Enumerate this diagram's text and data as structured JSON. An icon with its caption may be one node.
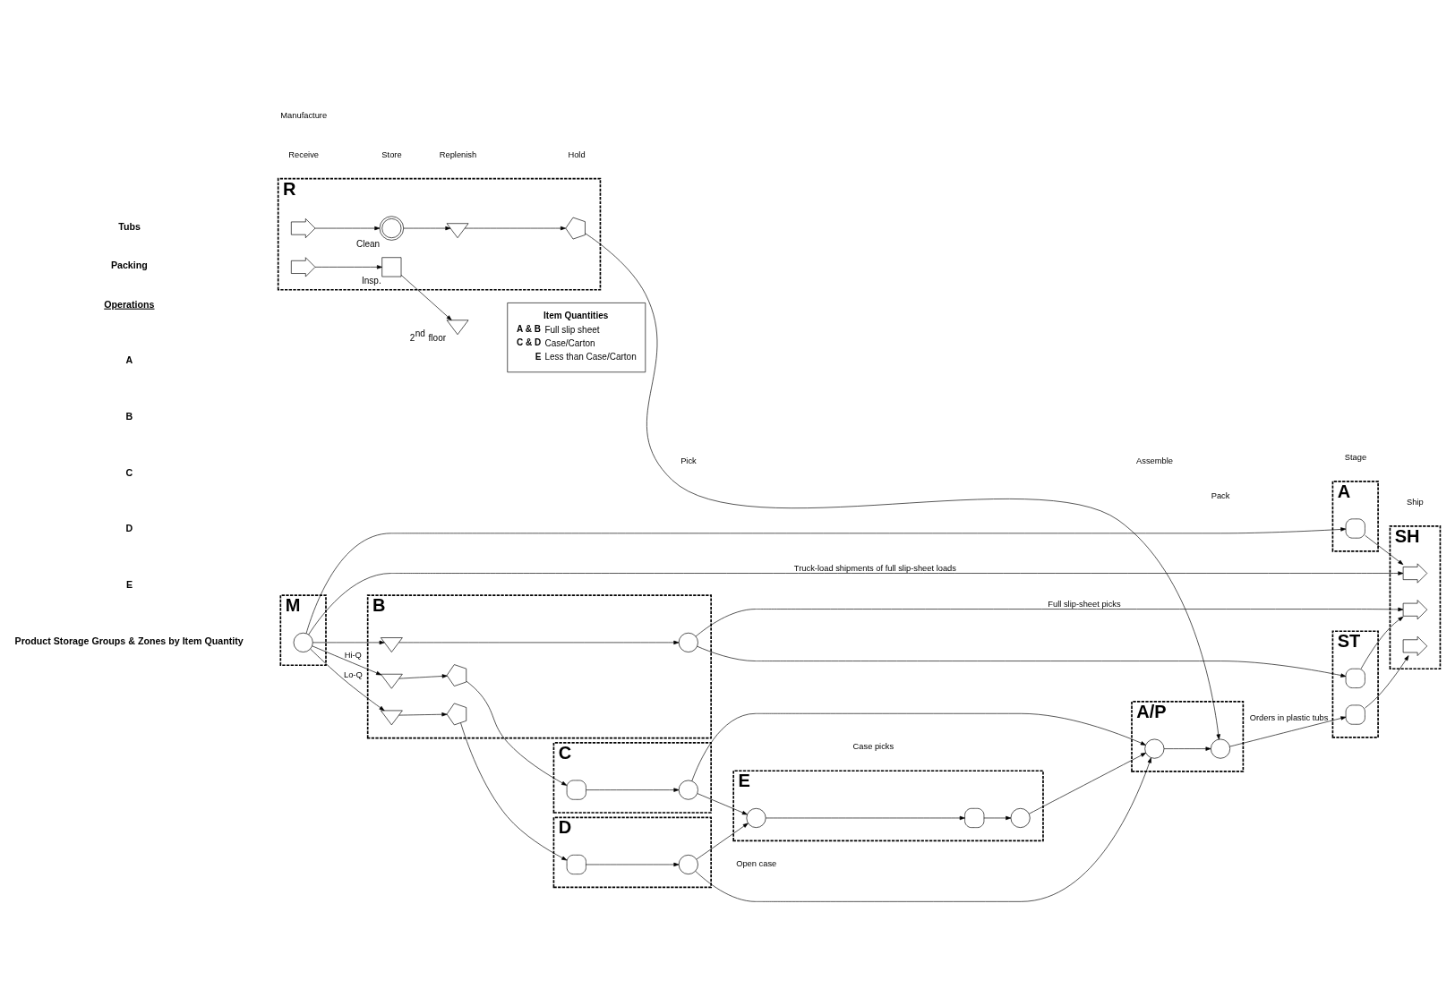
{
  "diagram": {
    "nodes": [
      {
        "text": [
          "M"
        ]
      },
      {
        "text": [],
        "shape": "circle",
        "in": 0
      },
      {
        "text": [
          "A"
        ]
      },
      {
        "text": [],
        "shape": "semicircle",
        "in": 2
      },
      {
        "text": [
          "B"
        ]
      },
      {
        "text": [],
        "shape": "triangle",
        "in": 4
      },
      {
        "text": [],
        "shape": "circle",
        "in": 4
      },
      {
        "text": [],
        "shape": "triangle",
        "in": 4
      },
      {
        "text": [],
        "shape": "pentagon",
        "in": 4
      },
      {
        "text": [],
        "shape": "triangle",
        "in": 4
      },
      {
        "text": [],
        "shape": "pentagon",
        "in": 4
      },
      {
        "text": [
          "C"
        ]
      },
      {
        "text": [],
        "shape": "semicircle",
        "in": 11
      },
      {
        "text": [],
        "shape": "circle",
        "in": 11
      },
      {
        "text": [
          "D"
        ]
      },
      {
        "text": [],
        "shape": "semicircle",
        "in": 14
      },
      {
        "text": [],
        "shape": "circle",
        "in": 14
      },
      {
        "text": [
          "E"
        ]
      },
      {
        "text": [],
        "shape": "circle",
        "in": 17
      },
      {
        "text": [],
        "shape": "semicircle",
        "in": 17
      },
      {
        "text": [],
        "shape": "circle",
        "in": 17
      },
      {
        "text": [
          "A/P"
        ]
      },
      {
        "text": [],
        "shape": "circle",
        "in": 21
      },
      {
        "text": [],
        "shape": "circle",
        "in": 21
      },
      {
        "text": [
          "ST"
        ]
      },
      {
        "text": [],
        "shape": "semicircle",
        "in": 24
      },
      {
        "text": [],
        "shape": "semicircle",
        "in": 24
      },
      {
        "text": [
          "SH"
        ]
      },
      {
        "text": [],
        "shape": "arrow",
        "in": 27
      },
      {
        "text": [],
        "shape": "arrow",
        "in": 27
      },
      {
        "text": [],
        "shape": "arrow",
        "in": 27
      },
      {
        "text": [
          "R"
        ]
      },
      {
        "text": [],
        "shape": "arrow",
        "in": 31
      },
      {
        "text": [],
        "shape": "overlap",
        "in": 31,
        "beside": [
          "Clean"
        ]
      },
      {
        "text": [],
        "shape": "triangle",
        "in": 31
      },
      {
        "text": [],
        "shape": "pentagon",
        "in": 31
      },
      {
        "text": [],
        "shape": "arrow",
        "in": 31
      },
      {
        "text": [],
        "shape": "box",
        "in": 31,
        "beside": [
          "Insp."
        ]
      },
      {
        "text": [],
        "shape": "triangle",
        "beside": [
          "2$^{nd}$ floor"
        ]
      },
      {
        "text": [
          "Item Quantities",
          "A & B",
          "Full slip sheet",
          "C & D",
          "Case/Carton",
          "E",
          "Less than Case/Carton"
        ]
      }
    ],
    "edges": [
      {
        "from": 1,
        "to": 28,
        "arrow": "to",
        "label": "Truck-load shipments of full slip-sheet loads"
      },
      {
        "from": 1,
        "to": 3,
        "arrow": "to"
      },
      {
        "from": 3,
        "to": 28,
        "arrow": "to"
      },
      {
        "from": 1,
        "to": 5,
        "arrow": "to"
      },
      {
        "from": 5,
        "to": 6,
        "arrow": "to"
      },
      {
        "from": 6,
        "to": 29,
        "arrow": "to",
        "label": "Full slip-sheet picks"
      },
      {
        "from": 6,
        "to": 25,
        "arrow": "to"
      },
      {
        "from": 25,
        "to": 29,
        "arrow": "to"
      },
      {
        "from": 1,
        "to": 7,
        "arrow": "to",
        "label": "Hi-Q"
      },
      {
        "from": 7,
        "to": 8,
        "arrow": "to"
      },
      {
        "from": 8,
        "to": 12,
        "arrow": "to"
      },
      {
        "from": 12,
        "to": 13,
        "arrow": "to"
      },
      {
        "from": 1,
        "to": 9,
        "arrow": "to",
        "label": "Lo-Q"
      },
      {
        "from": 9,
        "to": 10,
        "arrow": "to"
      },
      {
        "from": 10,
        "to": 15,
        "arrow": "to"
      },
      {
        "from": 15,
        "to": 16,
        "arrow": "to"
      },
      {
        "from": 13,
        "to": 22,
        "arrow": "to"
      },
      {
        "from": 13,
        "to": 18,
        "arrow": "to"
      },
      {
        "from": 16,
        "to": 22,
        "arrow": "to"
      },
      {
        "from": 16,
        "to": 18,
        "arrow": "to"
      },
      {
        "from": 18,
        "to": 19,
        "arrow": "to"
      },
      {
        "from": 19,
        "to": 20,
        "arrow": "to"
      },
      {
        "from": 20,
        "to": 22,
        "arrow": "to"
      },
      {
        "from": 22,
        "to": 23,
        "arrow": "to"
      },
      {
        "from": 35,
        "to": 23,
        "arrow": "to"
      },
      {
        "from": 23,
        "to": 26,
        "arrow": "to",
        "label": "Orders in plastic tubs"
      },
      {
        "from": 26,
        "to": 30,
        "arrow": "to"
      },
      {
        "from": 32,
        "to": 33,
        "arrow": "to"
      },
      {
        "from": 33,
        "to": 34,
        "arrow": "to"
      },
      {
        "from": 34,
        "to": 35,
        "arrow": "to"
      },
      {
        "from": 36,
        "to": 37,
        "arrow": "to"
      },
      {
        "from": 37,
        "to": 38,
        "arrow": "to"
      }
    ],
    "labels": [
      "Operations",
      "Receive",
      "Manufacture",
      "Store",
      "Replenish",
      "Hold",
      "Pick",
      "Assemble",
      "Pack",
      "Stage",
      "Ship",
      "A",
      "B",
      "C",
      "D",
      "E",
      "Product Storage Groups & Zones by Item Quantity",
      "Case picks",
      "Open case",
      "Tubs",
      "Packing"
    ]
  }
}
